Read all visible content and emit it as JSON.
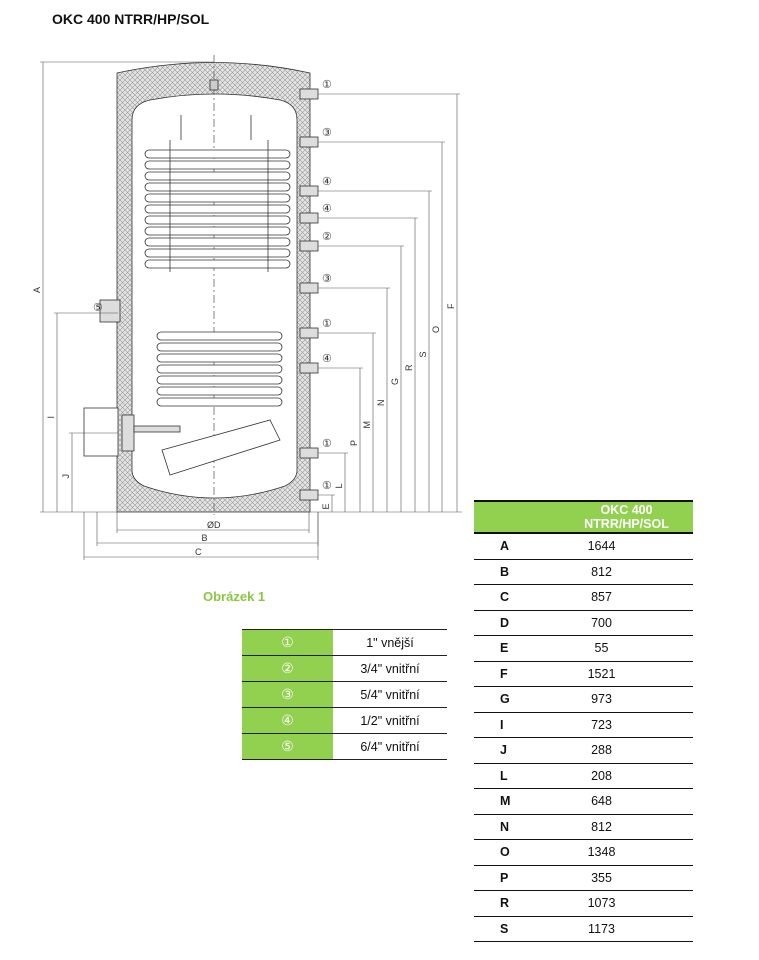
{
  "title": "OKC 400 NTRR/HP/SOL",
  "figure_caption": "Obrázek 1",
  "drawing_labels": {
    "c1": "①",
    "c2": "②",
    "c3": "③",
    "c4": "④",
    "c5": "⑤",
    "A": "A",
    "I": "I",
    "J": "J",
    "F": "F",
    "O": "O",
    "S": "S",
    "R": "R",
    "G": "G",
    "N": "N",
    "M": "M",
    "P": "P",
    "L": "L",
    "E": "E",
    "D": "ØD",
    "B": "B",
    "C": "C"
  },
  "connections": [
    {
      "symbol": "①",
      "desc": "1\" vnější"
    },
    {
      "symbol": "②",
      "desc": "3/4\" vnitřní"
    },
    {
      "symbol": "③",
      "desc": "5/4\" vnitřní"
    },
    {
      "symbol": "④",
      "desc": "1/2\" vnitřní"
    },
    {
      "symbol": "⑤",
      "desc": "6/4\" vnitřní"
    }
  ],
  "dimensions": {
    "header": "OKC 400 NTRR/HP/SOL",
    "rows": [
      {
        "k": "A",
        "v": "1644"
      },
      {
        "k": "B",
        "v": "812"
      },
      {
        "k": "C",
        "v": "857"
      },
      {
        "k": "D",
        "v": "700"
      },
      {
        "k": "E",
        "v": "55"
      },
      {
        "k": "F",
        "v": "1521"
      },
      {
        "k": "G",
        "v": "973"
      },
      {
        "k": "I",
        "v": "723"
      },
      {
        "k": "J",
        "v": "288"
      },
      {
        "k": "L",
        "v": "208"
      },
      {
        "k": "M",
        "v": "648"
      },
      {
        "k": "N",
        "v": "812"
      },
      {
        "k": "O",
        "v": "1348"
      },
      {
        "k": "P",
        "v": "355"
      },
      {
        "k": "R",
        "v": "1073"
      },
      {
        "k": "S",
        "v": "1173"
      }
    ]
  }
}
